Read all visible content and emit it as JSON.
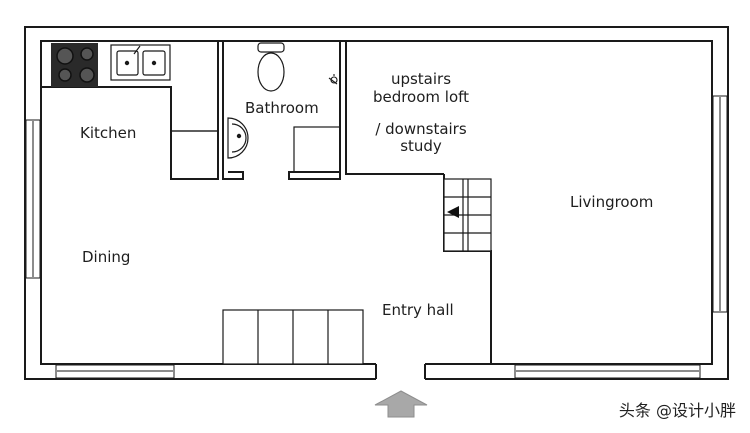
{
  "rooms": {
    "kitchen": "Kitchen",
    "bathroom": "Bathroom",
    "upstairs_line1": "upstairs",
    "upstairs_line2": "bedroom loft",
    "study_line1": "/ downstairs",
    "study_line2": "study",
    "livingroom": "Livingroom",
    "dining": "Dining",
    "entry": "Entry hall"
  },
  "watermark": "头条 @设计小胖",
  "colors": {
    "wall": "#1a1a1a",
    "stove": "#2a2a2a",
    "entry_arrow": "#a8a8a8"
  }
}
